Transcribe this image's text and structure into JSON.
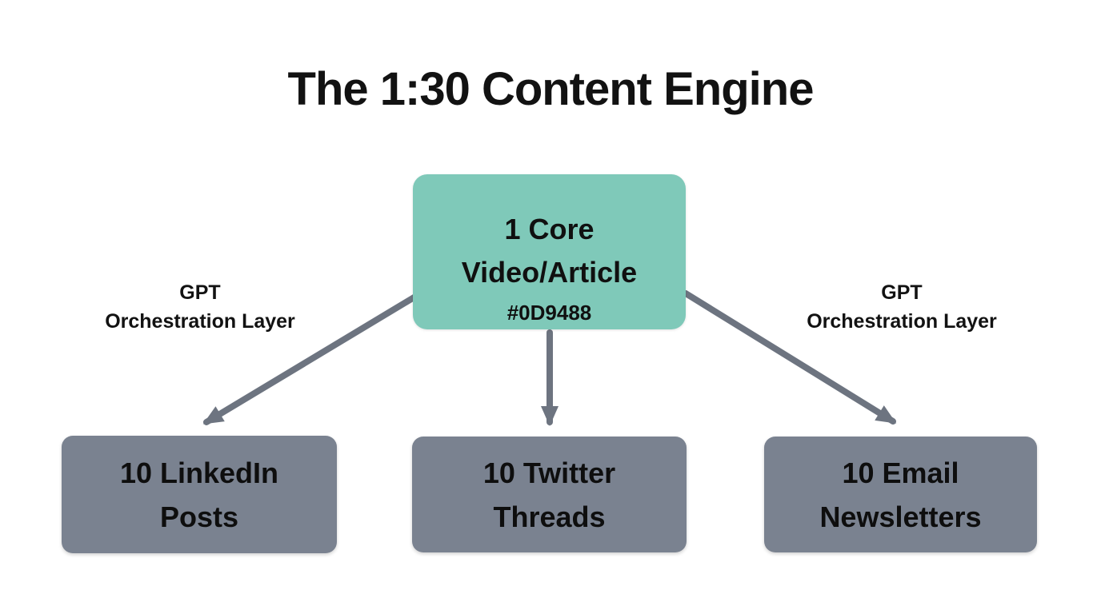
{
  "page": {
    "title": "The 1:30 Content Engine"
  },
  "diagram": {
    "core_node": {
      "line1": "1 Core",
      "line2": "Video/Article",
      "hex_label": "#0D9488"
    },
    "left_label": {
      "line1": "GPT",
      "line2": "Orchestration Layer"
    },
    "right_label": {
      "line1": "GPT",
      "line2": "Orchestration Layer"
    },
    "outputs": [
      {
        "line1": "10 LinkedIn",
        "line2": "Posts"
      },
      {
        "line1": "10 Twitter",
        "line2": "Threads"
      },
      {
        "line1": "10 Email",
        "line2": "Newsletters"
      }
    ],
    "colors": {
      "core_fill": "#7FC9B9",
      "output_fill": "#7A8290",
      "arrow": "#6D7480",
      "text": "#121212"
    }
  }
}
